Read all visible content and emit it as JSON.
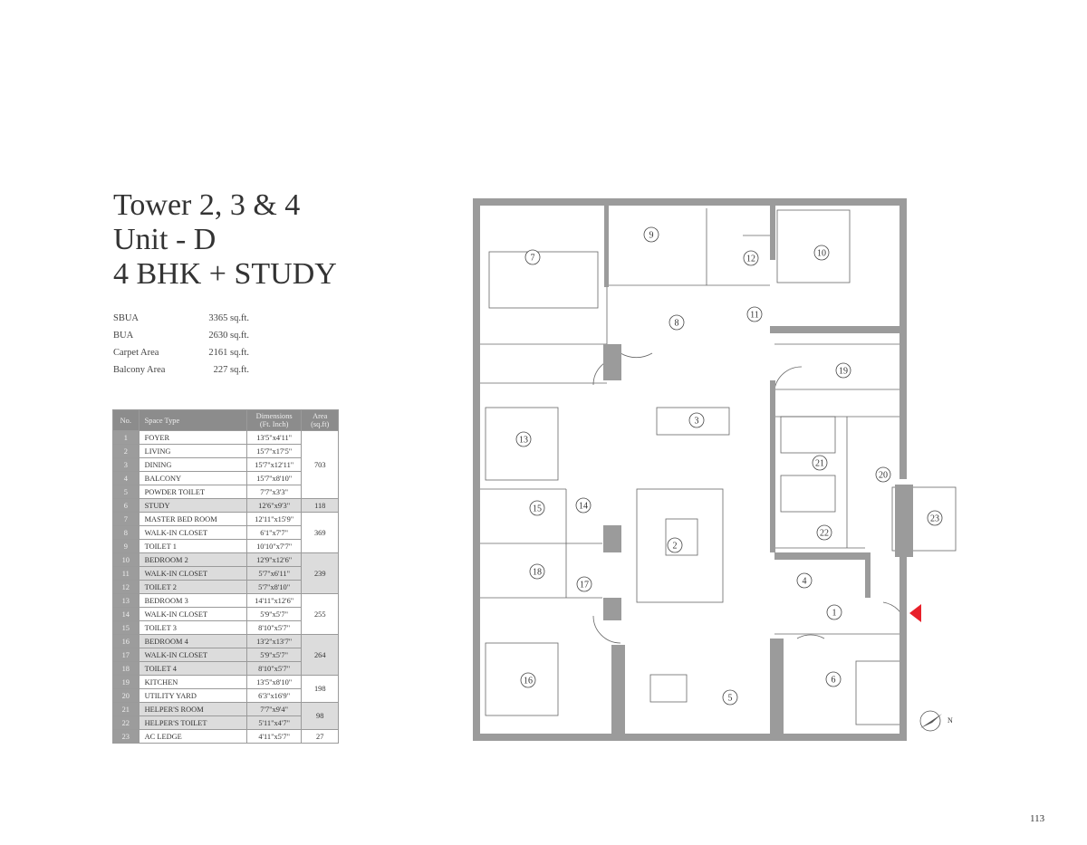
{
  "title": {
    "line1": "Tower 2, 3 & 4",
    "line2": "Unit - D",
    "line3": "4 BHK + STUDY"
  },
  "areas": [
    {
      "label": "SBUA",
      "value": "3365 sq.ft."
    },
    {
      "label": "BUA",
      "value": "2630 sq.ft."
    },
    {
      "label": "Carpet Area",
      "value": "2161 sq.ft."
    },
    {
      "label": "Balcony Area",
      "value": "227 sq.ft."
    }
  ],
  "table": {
    "headers": {
      "no": "No.",
      "space": "Space Type",
      "dim1": "Dimensions",
      "dim2": "(Ft. Inch)",
      "area1": "Area",
      "area2": "(sq.ft)"
    },
    "groups": [
      {
        "area": "703",
        "shade": false,
        "rows": [
          [
            "1",
            "FOYER",
            "13'5\"x4'11\""
          ],
          [
            "2",
            "LIVING",
            "15'7\"x17'5\""
          ],
          [
            "3",
            "DINING",
            "15'7\"x12'11\""
          ],
          [
            "4",
            "BALCONY",
            "15'7\"x8'10\""
          ],
          [
            "5",
            "POWDER TOILET",
            "7'7\"x3'3\""
          ]
        ]
      },
      {
        "area": "118",
        "shade": true,
        "rows": [
          [
            "6",
            "STUDY",
            "12'6\"x9'3\""
          ]
        ]
      },
      {
        "area": "369",
        "shade": false,
        "rows": [
          [
            "7",
            "MASTER BED ROOM",
            "12'11\"x15'9\""
          ],
          [
            "8",
            "WALK-IN CLOSET",
            "6'1\"x7'7\""
          ],
          [
            "9",
            "TOILET 1",
            "10'10\"x7'7\""
          ]
        ]
      },
      {
        "area": "239",
        "shade": true,
        "rows": [
          [
            "10",
            "BEDROOM 2",
            "12'9\"x12'6\""
          ],
          [
            "11",
            "WALK-IN CLOSET",
            "5'7\"x6'11\""
          ],
          [
            "12",
            "TOILET 2",
            "5'7\"x8'10\""
          ]
        ]
      },
      {
        "area": "255",
        "shade": false,
        "rows": [
          [
            "13",
            "BEDROOM 3",
            "14'11\"x12'6\""
          ],
          [
            "14",
            "WALK-IN CLOSET",
            "5'9\"x5'7\""
          ],
          [
            "15",
            "TOILET 3",
            "8'10\"x5'7\""
          ]
        ]
      },
      {
        "area": "264",
        "shade": true,
        "rows": [
          [
            "16",
            "BEDROOM 4",
            "13'2\"x13'7\""
          ],
          [
            "17",
            "WALK-IN CLOSET",
            "5'9\"x5'7\""
          ],
          [
            "18",
            "TOILET 4",
            "8'10\"x5'7\""
          ]
        ]
      },
      {
        "area": "198",
        "shade": false,
        "rows": [
          [
            "19",
            "KITCHEN",
            "13'5\"x8'10\""
          ],
          [
            "20",
            "UTILITY YARD",
            "6'3\"x16'9\""
          ]
        ]
      },
      {
        "area": "98",
        "shade": true,
        "rows": [
          [
            "21",
            "HELPER'S ROOM",
            "7'7\"x9'4\""
          ],
          [
            "22",
            "HELPER'S TOILET",
            "5'11\"x4'7\""
          ]
        ]
      },
      {
        "area": "27",
        "shade": false,
        "rows": [
          [
            "23",
            "AC LEDGE",
            "4'11\"x5'7\""
          ]
        ]
      }
    ]
  },
  "plan": {
    "room_labels": [
      "1",
      "2",
      "3",
      "4",
      "5",
      "6",
      "7",
      "8",
      "9",
      "10",
      "11",
      "12",
      "13",
      "14",
      "15",
      "16",
      "17",
      "18",
      "19",
      "20",
      "21",
      "22",
      "23"
    ],
    "compass_label": "N",
    "entry_marker_color": "#e8202a",
    "wall_color": "#9b9b9b"
  },
  "page_number": "113"
}
